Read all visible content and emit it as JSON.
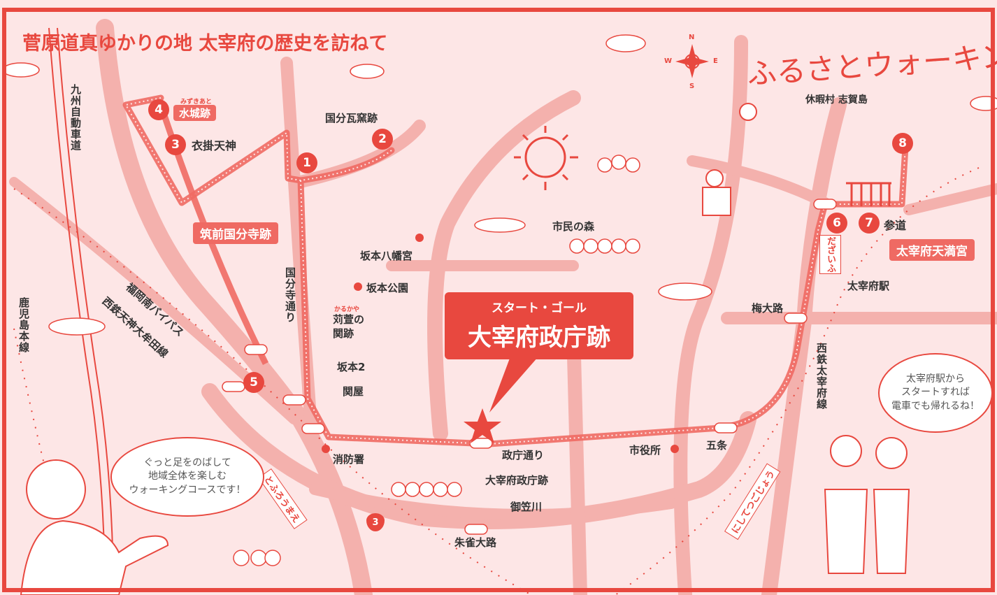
{
  "header": {
    "title": "菅原道真ゆかりの地 太宰府の歴史を訪ねて",
    "logo": "ふるさとウォーキング",
    "credit": "休暇村 志賀島"
  },
  "compass": {
    "n": "N",
    "s": "S",
    "e": "E",
    "w": "W"
  },
  "callout": {
    "sub": "スタート・ゴール",
    "main": "大宰府政庁跡"
  },
  "spots": [
    {
      "num": "1",
      "name": "筑前国分寺跡"
    },
    {
      "num": "2",
      "name": "国分瓦窯跡"
    },
    {
      "num": "3",
      "name": "衣掛天神"
    },
    {
      "num": "4",
      "name": "水城跡",
      "ruby": "みずきあと"
    },
    {
      "num": "5",
      "name": "苅萱の関跡",
      "ruby": "かるかや"
    },
    {
      "num": "6",
      "name": "太宰府駅"
    },
    {
      "num": "7",
      "name": "参道"
    },
    {
      "num": "8",
      "name": "太宰府天満宮"
    }
  ],
  "places": {
    "kokubunji_dori": "国分寺通り",
    "sakamoto_hachimangu": "坂本八幡宮",
    "sakamoto_park": "坂本公園",
    "shimin_no_mori": "市民の森",
    "sakamoto2": "坂本2",
    "sekiya": "関屋",
    "fire_station": "消防署",
    "seicho_dori": "政庁通り",
    "seicho_ato": "大宰府政庁跡",
    "city_hall": "市役所",
    "gojo": "五条",
    "ume_oji": "梅大路",
    "mikasa_river": "御笠川",
    "suzaku_oji": "朱雀大路",
    "kyushu_expressway": "九州自動車道",
    "fukuoka_bypass": "福岡南バイパス",
    "nishitetsu_tenjin": "西鉄天神大牟田線",
    "nishitetsu_dazaifu": "西鉄太宰府線",
    "kagoshima_line": "鹿児島本線",
    "tofuroumae": "とふろうまえ",
    "nishitetsu_gojo": "にしてつごじょう",
    "dazaifu_kana": "だざいふ",
    "route3": "3"
  },
  "bubbles": {
    "left": "ぐっと足をのばして\n地域全体を楽しむ\nウォーキングコースです！",
    "right": "太宰府駅から\nスタートすれば\n電車でも帰れるね！"
  },
  "colors": {
    "background": "#fde6e6",
    "road": "#f4b1ad",
    "accent": "#e8483f",
    "route": "#ef6a63"
  }
}
